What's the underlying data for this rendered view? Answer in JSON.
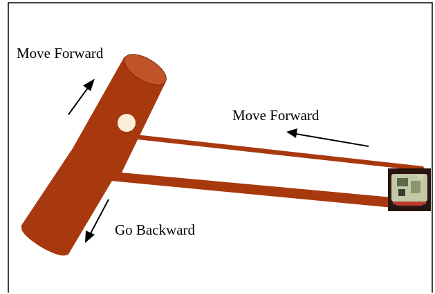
{
  "labels": {
    "left_top": "Move Forward",
    "right_top": "Move Forward",
    "left_bottom": "Go Backward"
  },
  "colors": {
    "branch": "#a8390e",
    "branch_top": "#c0532a",
    "outline": "#7a2a08",
    "pin": "#fbefd8",
    "frame": "#000000"
  },
  "icons": {
    "robot": "circuit-board-robot-icon"
  }
}
